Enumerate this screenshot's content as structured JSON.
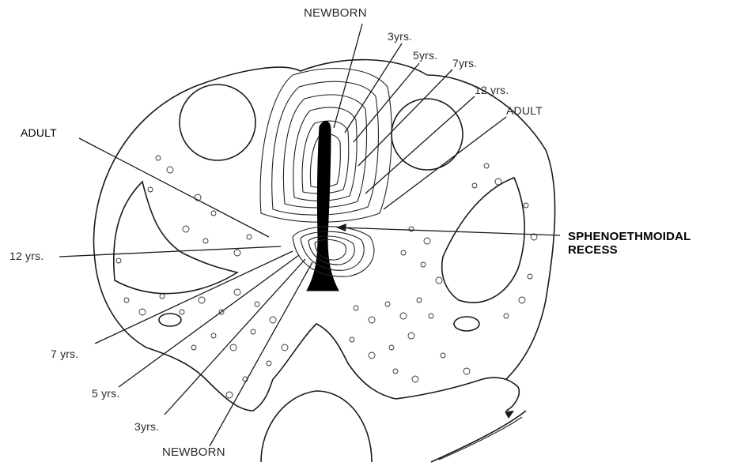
{
  "labels_top": {
    "newborn": "NEWBORN",
    "three": "3yrs.",
    "five": "5yrs.",
    "seven": "7yrs.",
    "twelve": "12 yrs.",
    "adult": "ADULT"
  },
  "labels_left": {
    "adult": "ADULT",
    "twelve": "12 yrs.",
    "seven": "7 yrs.",
    "five": "5 yrs.",
    "three": "3yrs.",
    "newborn": "NEWBORN"
  },
  "labels_right": {
    "recess_line1": "SPHENOETHMOIDAL",
    "recess_line2": "RECESS"
  }
}
